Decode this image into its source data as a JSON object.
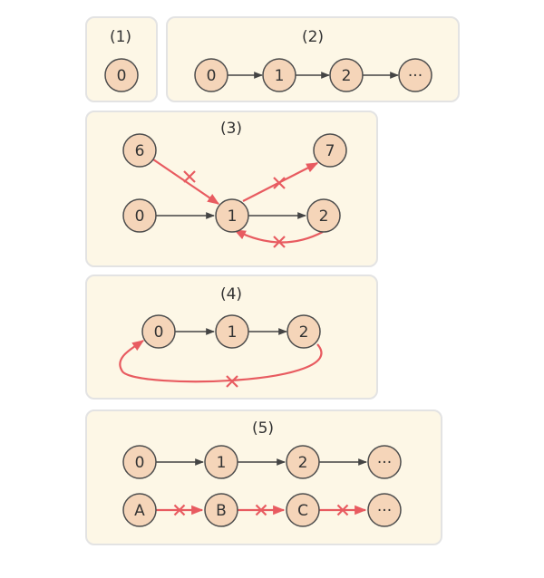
{
  "colors": {
    "panel_bg": "#fdf7e6",
    "node_fill": "#f5d5b9",
    "node_stroke": "#4d4d4d",
    "edge_normal": "#444444",
    "edge_removed": "#e85b60"
  },
  "panels": {
    "p1": {
      "title": "(1)",
      "nodes": [
        "0"
      ]
    },
    "p2": {
      "title": "(2)",
      "nodes": [
        "0",
        "1",
        "2",
        "···"
      ]
    },
    "p3": {
      "title": "(3)",
      "nodes": [
        "6",
        "7",
        "0",
        "1",
        "2"
      ]
    },
    "p4": {
      "title": "(4)",
      "nodes": [
        "0",
        "1",
        "2"
      ]
    },
    "p5": {
      "title": "(5)",
      "row1": [
        "0",
        "1",
        "2",
        "···"
      ],
      "row2": [
        "A",
        "B",
        "C",
        "···"
      ]
    }
  },
  "icons": {
    "removed_edge": "cross-mark-icon"
  }
}
